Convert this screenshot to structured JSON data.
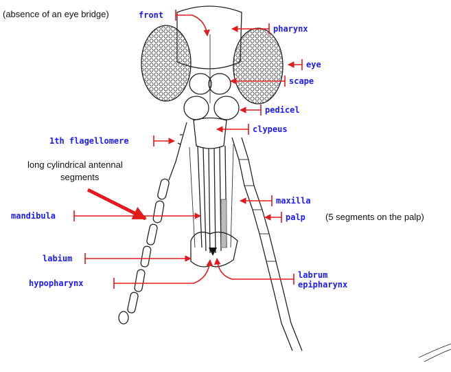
{
  "notes": {
    "eye_bridge": "(absence of an eye bridge)",
    "antennal_segments_line1": "long cylindrical antennal",
    "antennal_segments_line2": "segments",
    "palp_segments": "(5 segments on the palp)"
  },
  "labels": {
    "front": "front",
    "pharynx": "pharynx",
    "eye": "eye",
    "scape": "scape",
    "pedicel": "pedicel",
    "clypeus": "clypeus",
    "flagellomere": "1th flagellomere",
    "maxilla": "maxilla",
    "mandibula": "mandibula",
    "palp": "palp",
    "labium": "labium",
    "hypopharynx": "hypopharynx",
    "labrum": "labrum",
    "epipharynx": "epipharynx"
  },
  "colors": {
    "label_text": "#1a1aff",
    "pointer": "#e01b1b",
    "drawing": "#222222"
  }
}
